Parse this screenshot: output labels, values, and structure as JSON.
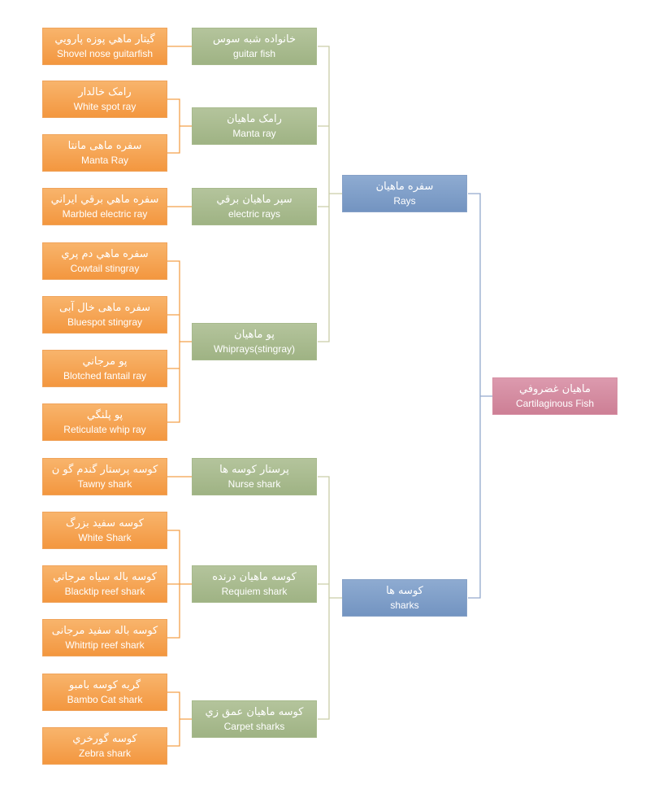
{
  "colors": {
    "species": "#f4a04f",
    "family": "#a9bb8f",
    "group": "#7e9dc8",
    "root": "#d48ba0",
    "species_connector": "#f3a04a",
    "family_connector": "#c9cda8",
    "group_connector": "#93a9cd"
  },
  "root": {
    "fa": "ماهيان غضروفي",
    "en": "Cartilaginous Fish"
  },
  "groups": [
    {
      "fa": "سفره ماهيان",
      "en": "Rays"
    },
    {
      "fa": "كوسه ها",
      "en": "sharks"
    }
  ],
  "families": [
    {
      "fa": "خانواده شبه سوس",
      "en": "guitar fish"
    },
    {
      "fa": "رامک ماهیان",
      "en": "Manta ray"
    },
    {
      "fa": "سپر ماهيان برقي",
      "en": "electric rays"
    },
    {
      "fa": "پو ماهيان",
      "en": "Whiprays(stingray)"
    },
    {
      "fa": "پرستار كوسه ها",
      "en": "Nurse shark"
    },
    {
      "fa": "كوسه ماهيان درنده",
      "en": "Requiem shark"
    },
    {
      "fa": "كوسه ماهيان عمق زي",
      "en": "Carpet sharks"
    }
  ],
  "species": [
    {
      "fa": "گيتار ماهي پوزه پارويي",
      "en": "Shovel nose guitarfish"
    },
    {
      "fa": "رامک خالدار",
      "en": "White spot ray"
    },
    {
      "fa": "سفره ماهی مانتا",
      "en": "Manta Ray"
    },
    {
      "fa": "سفره ماهي برقي ايراني",
      "en": "Marbled electric ray"
    },
    {
      "fa": "سفره ماهي دم پري",
      "en": "Cowtail stingray"
    },
    {
      "fa": "سفره ماهی خال آبی",
      "en": "Bluespot stingray"
    },
    {
      "fa": "پو مرجاني",
      "en": "Blotched fantail ray"
    },
    {
      "fa": "پو پلنگي",
      "en": "Reticulate whip ray"
    },
    {
      "fa": "كوسه پرستار گندم گو ن",
      "en": "Tawny shark"
    },
    {
      "fa": "كوسه سفيد بزرگ",
      "en": "White Shark"
    },
    {
      "fa": "كوسه باله سياه مرجاني",
      "en": "Blacktip reef shark"
    },
    {
      "fa": "كوسه باله سفيد مرجانی",
      "en": "Whitrtip reef shark"
    },
    {
      "fa": "گربه كوسه بامبو",
      "en": "Bambo Cat shark"
    },
    {
      "fa": "كوسه گورخري",
      "en": "Zebra shark"
    }
  ]
}
